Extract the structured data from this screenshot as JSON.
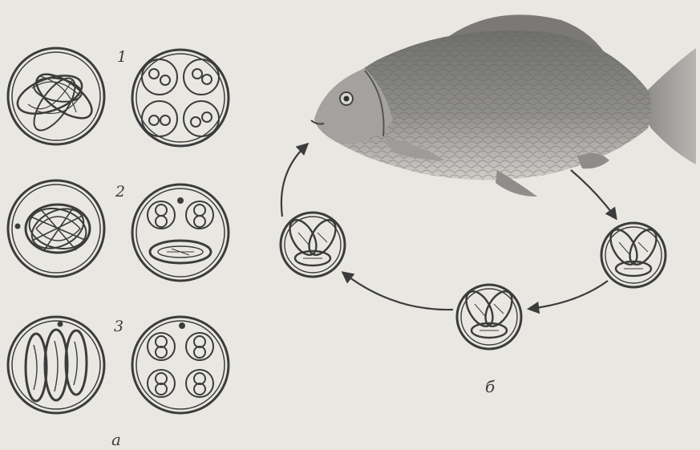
{
  "labels": {
    "row1": "1",
    "row2": "2",
    "row3": "3",
    "part_a": "а",
    "part_b": "б"
  },
  "colors": {
    "background": "#e9e7e2",
    "ink": "#3c3c3c",
    "fish_body": "#8b8b89",
    "fish_belly": "#c9c7c2"
  }
}
